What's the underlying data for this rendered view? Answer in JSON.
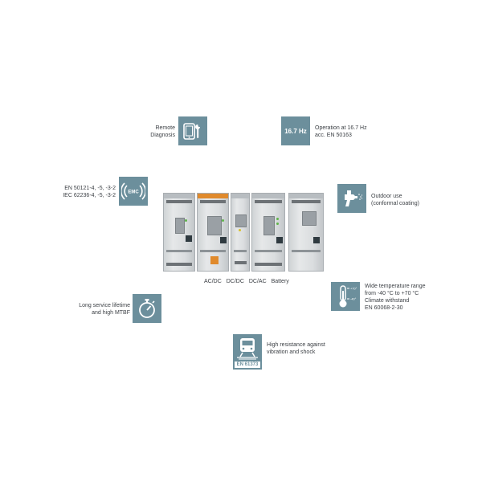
{
  "features": {
    "remote_diagnosis": {
      "lines": [
        "Remote",
        "Diagnosis"
      ],
      "icon": "tablet-wrench-icon"
    },
    "frequency": {
      "badge": "16.7 Hz",
      "lines": [
        "Operation at 16.7 Hz",
        "acc. EN 50163"
      ]
    },
    "emc": {
      "badge": "EMC",
      "lines": [
        "EN 50121-4, -5, -3-2",
        "IEC 62236-4, -5, -3-2"
      ],
      "icon": "emc-signal-icon"
    },
    "outdoor": {
      "lines": [
        "Outdoor use",
        "(conformal coating)"
      ],
      "icon": "spray-gun-icon"
    },
    "lifetime": {
      "lines": [
        "Long service lifetime",
        "and high MTBF"
      ],
      "icon": "stopwatch-icon"
    },
    "temperature": {
      "lines": [
        "Wide temperature range",
        "from -40 °C to +70 °C",
        "Climate withstand",
        "EN 60068-2-30"
      ],
      "scale_hi": "+70°",
      "scale_lo": "-40°",
      "icon": "thermometer-icon"
    },
    "vibration": {
      "lines": [
        "High resistance against",
        "vibration and shock"
      ],
      "standard": "EN 61373",
      "icon": "train-icon"
    }
  },
  "devices": {
    "captions": [
      "AC/DC",
      "DC/DC",
      "DC/AC",
      "Battery"
    ]
  },
  "colors": {
    "tile": "#6c8f9c",
    "text": "#3b3f44",
    "accent_orange": "#e08a2c"
  }
}
